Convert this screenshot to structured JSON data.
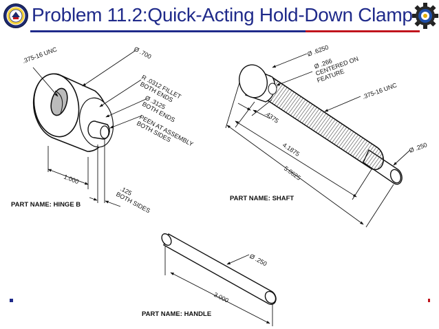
{
  "slide": {
    "title": "Problem 11.2:Quick-Acting Hold-Down Clamp",
    "colors": {
      "title": "#1f2a8a",
      "rule_blue": "#1f2a8a",
      "rule_red": "#c0141c",
      "accent_gold": "#e3b000"
    }
  },
  "hinge": {
    "part_name": "PART NAME: HINGE B",
    "thread": ".375-16 UNC",
    "outer_dia": "Ø .700",
    "fillet_1": "R .0312 FILLET",
    "fillet_2": "BOTH ENDS",
    "bore_1": "Ø .3125",
    "bore_2": "BOTH ENDS",
    "peen_1": "PEEN AT ASSEMBLY",
    "peen_2": "BOTH SIDES",
    "length": "1.000",
    "protrusion_1": ".125",
    "protrusion_2": "BOTH SIDES"
  },
  "shaft": {
    "part_name": "PART NAME: SHAFT",
    "head_dia": "Ø .6250",
    "hole_1": "Ø .266",
    "hole_2": "CENTERED ON",
    "hole_3": "FEATURE",
    "thread": ".375-16 UNC",
    "head_offset": ".4375",
    "thread_length": "4.1875",
    "total_length": "5.0625",
    "end_dia": "Ø .250"
  },
  "handle": {
    "part_name": "PART NAME: HANDLE",
    "dia": "Ø .250",
    "length": "3.000"
  }
}
